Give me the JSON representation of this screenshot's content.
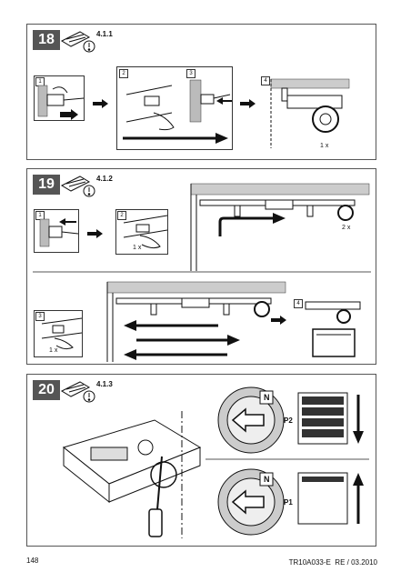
{
  "panel18": {
    "number": "18",
    "ref": "4.1.1",
    "steps": [
      "1",
      "2",
      "3",
      "4"
    ],
    "count_label": "1 x"
  },
  "panel19": {
    "number": "19",
    "ref": "4.1.2",
    "steps": [
      "1",
      "2",
      "3",
      "4"
    ],
    "count_label_a": "1 x",
    "count_label_b": "2 x",
    "count_label_c": "1 x"
  },
  "panel20": {
    "number": "20",
    "ref": "4.1.3",
    "mode_top": "P2",
    "mode_bottom": "P1",
    "switch_letter": "N"
  },
  "footer": {
    "page_number": "148",
    "doc_ref": "TR10A033-E  RE / 03.2010"
  }
}
